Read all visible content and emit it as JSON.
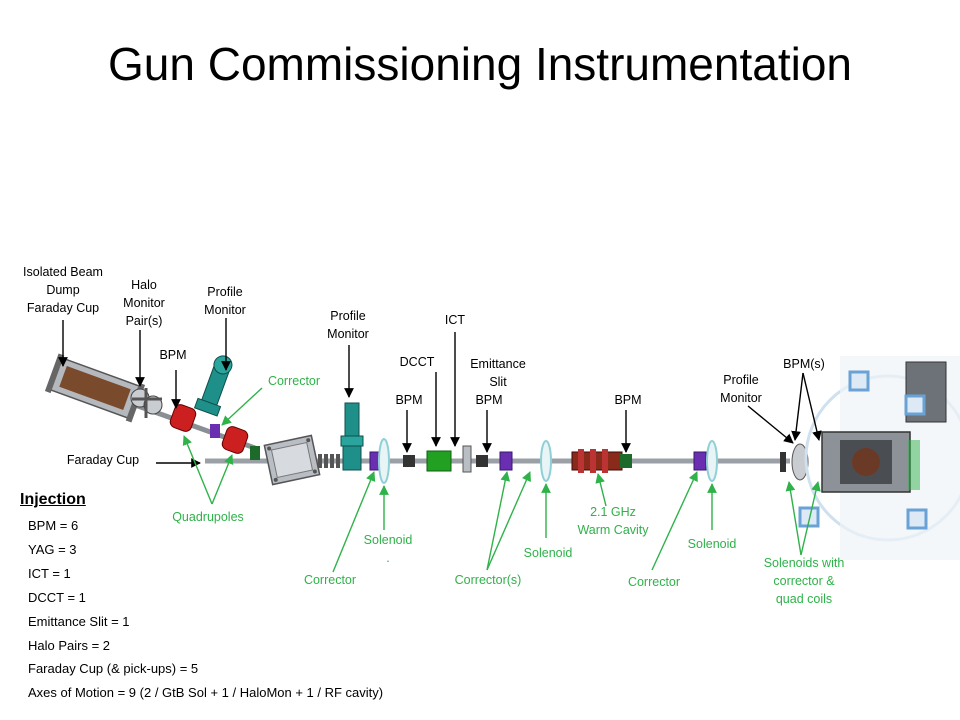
{
  "title": "Gun Commissioning Instrumentation",
  "labels": {
    "isolated_beam_dump": "Isolated Beam\nDump\nFaraday Cup",
    "halo_monitor": "Halo\nMonitor\nPair(s)",
    "profile_monitor_1": "Profile\nMonitor",
    "bpm_1": "BPM",
    "corrector_top": "Corrector",
    "profile_monitor_2": "Profile\nMonitor",
    "ict": "ICT",
    "dcct": "DCCT",
    "emittance_slit": "Emittance\nSlit",
    "bpm_2": "BPM",
    "bpm_3": "BPM",
    "bpm_4": "BPM",
    "profile_monitor_3": "Profile\nMonitor",
    "bpm_s": "BPM(s)",
    "faraday_cup": "Faraday Cup",
    "quadrupoles": "Quadrupoles",
    "solenoid_1": "Solenoid\n.",
    "corrector_1": "Corrector",
    "corrector_s": "Corrector(s)",
    "solenoid_2": "Solenoid",
    "warm_cavity": "2.1 GHz\nWarm Cavity",
    "corrector_2": "Corrector",
    "solenoid_3": "Solenoid",
    "solenoids_quad": "Solenoids with\ncorrector &\nquad coils"
  },
  "summary": {
    "title": "Injection",
    "items": [
      "BPM = 6",
      "YAG = 3",
      "ICT = 1",
      "DCCT = 1",
      "Emittance Slit = 1",
      "Halo Pairs = 2",
      "Faraday Cup (& pick-ups) = 5",
      "Axes of Motion = 9 (2 / GtB Sol + 1 / HaloMon + 1 / RF cavity)"
    ]
  },
  "colors": {
    "callout_green": "#2fb24a",
    "beampipe": "#9aa0a6",
    "solenoid_purple": "#6a2fb0",
    "ring_cyan": "#8fd0d6",
    "quad_red": "#cc2020",
    "monitor_teal": "#1f8f8a",
    "dcct_green": "#22a022",
    "gun_blue": "#6aa2d6"
  }
}
